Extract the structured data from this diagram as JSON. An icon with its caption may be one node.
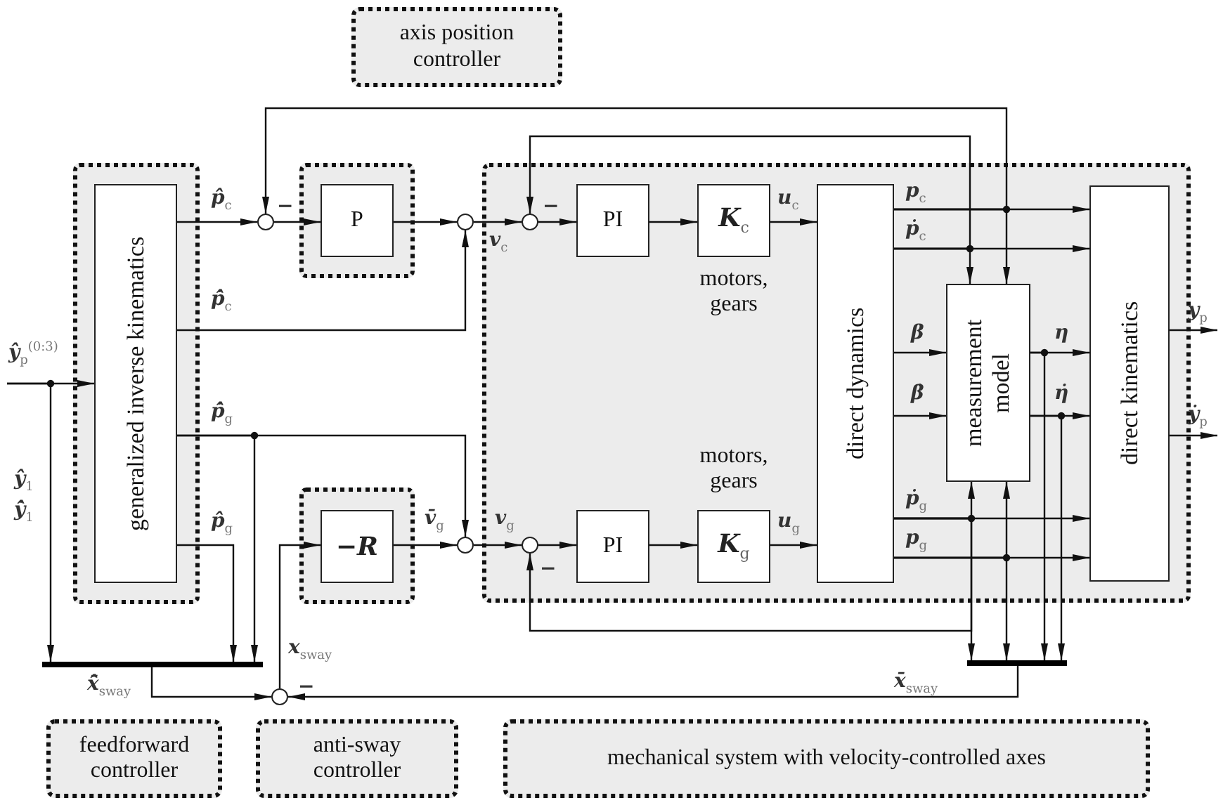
{
  "diagram": {
    "nodes": [
      {
        "text": [
          "axis position controller"
        ]
      },
      {
        "text": [],
        "shape": "box"
      },
      {
        "text": [
          "generalized inverse kinematics"
        ],
        "in": 1
      },
      {
        "text": [],
        "shape": "box"
      },
      {
        "text": [
          "P"
        ],
        "in": 3
      },
      {
        "text": [],
        "shape": "circle"
      },
      {
        "text": [],
        "shape": "circle"
      },
      {
        "text": [],
        "shape": "box"
      },
      {
        "text": [],
        "shape": "circle",
        "in": 7
      },
      {
        "text": [
          "PI"
        ],
        "in": 7
      },
      {
        "text": [
          "K$_{c}$"
        ],
        "in": 7,
        "beside": [
          "motors, gears"
        ]
      },
      {
        "text": [
          "direct dynamics"
        ],
        "in": 7
      },
      {
        "text": [
          "measurement model"
        ],
        "in": 7
      },
      {
        "text": [
          "direct kinematics"
        ],
        "in": 7
      },
      {
        "text": [],
        "shape": "box"
      },
      {
        "text": [
          "−R"
        ],
        "in": 14
      },
      {
        "text": [],
        "shape": "circle"
      },
      {
        "text": [],
        "shape": "circle",
        "in": 7
      },
      {
        "text": [
          "PI"
        ],
        "in": 7
      },
      {
        "text": [
          "K$_{g}$"
        ],
        "in": 7,
        "beside": [
          "motors, gears"
        ]
      },
      {
        "text": [],
        "shape": "bar"
      },
      {
        "text": [],
        "shape": "bar"
      },
      {
        "text": [],
        "shape": "circle"
      },
      {
        "text": [
          "feedforward controller"
        ]
      },
      {
        "text": [
          "anti-sway controller"
        ]
      },
      {
        "text": [
          "mechanical system with velocity-controlled axes"
        ]
      }
    ],
    "edges": [
      {
        "from": null,
        "to": 2,
        "arrow": "to",
        "label": "ŷ$_{p}$$^{(0:3)}$"
      },
      {
        "from": null,
        "to": 20,
        "arrow": "to"
      },
      {
        "from": 2,
        "to": 5,
        "arrow": "to",
        "label": "p̂$_{c}$"
      },
      {
        "from": 5,
        "to": 4,
        "arrow": "to"
      },
      {
        "from": 4,
        "to": 6,
        "arrow": "to"
      },
      {
        "from": 2,
        "to": 6,
        "arrow": "to",
        "label": "ṗ̂$_{c}$"
      },
      {
        "from": 6,
        "to": 8,
        "arrow": "to",
        "label": "v$_{c}$"
      },
      {
        "from": 8,
        "to": 9,
        "arrow": "to"
      },
      {
        "from": 9,
        "to": 10,
        "arrow": "to"
      },
      {
        "from": 10,
        "to": 11,
        "arrow": "to",
        "label": "u$_{c}$"
      },
      {
        "from": 11,
        "to": 13,
        "arrow": "to",
        "label": "p$_{c}$"
      },
      {
        "from": 11,
        "to": 12,
        "arrow": "to"
      },
      {
        "from": 11,
        "to": 5,
        "arrow": "to"
      },
      {
        "from": 11,
        "to": 13,
        "arrow": "to",
        "label": "ṗ$_{c}$"
      },
      {
        "from": 11,
        "to": 12,
        "arrow": "to"
      },
      {
        "from": 11,
        "to": 8,
        "arrow": "to"
      },
      {
        "from": 11,
        "to": 12,
        "arrow": "to",
        "label": "β"
      },
      {
        "from": 11,
        "to": 12,
        "arrow": "to",
        "label": "β̇"
      },
      {
        "from": 12,
        "to": 13,
        "arrow": "to",
        "label": "η"
      },
      {
        "from": 12,
        "to": 21,
        "arrow": "to"
      },
      {
        "from": 12,
        "to": 13,
        "arrow": "to",
        "label": "η̇"
      },
      {
        "from": 12,
        "to": 21,
        "arrow": "to"
      },
      {
        "from": 13,
        "to": null,
        "arrow": "to",
        "label": "y$_{p}$"
      },
      {
        "from": 13,
        "to": null,
        "arrow": "to",
        "label": "ẏ$_{p}$"
      },
      {
        "from": 2,
        "to": 16,
        "arrow": "to",
        "label": "ṗ̂$_{g}$"
      },
      {
        "from": 2,
        "to": 20,
        "arrow": "to"
      },
      {
        "from": 2,
        "to": 20,
        "arrow": "to",
        "label": "p̂$_{g}$"
      },
      {
        "from": 20,
        "to": 22,
        "arrow": "to",
        "label": "x̄̂$_{sway}$"
      },
      {
        "from": 22,
        "to": 15,
        "arrow": "to",
        "label": "x$_{sway}$"
      },
      {
        "from": 15,
        "to": 16,
        "arrow": "to",
        "label": "v̄$_{g}$"
      },
      {
        "from": 16,
        "to": 17,
        "arrow": "to",
        "label": "v$_{g}$"
      },
      {
        "from": 17,
        "to": 18,
        "arrow": "to"
      },
      {
        "from": 18,
        "to": 19,
        "arrow": "to"
      },
      {
        "from": 19,
        "to": 11,
        "arrow": "to",
        "label": "u$_{g}$"
      },
      {
        "from": 11,
        "to": 13,
        "arrow": "to",
        "label": "ṗ$_{g}$"
      },
      {
        "from": 11,
        "to": 12,
        "arrow": "to"
      },
      {
        "from": 11,
        "to": 21,
        "arrow": "to"
      },
      {
        "from": 11,
        "to": 17,
        "arrow": "to"
      },
      {
        "from": 11,
        "to": 13,
        "arrow": "to",
        "label": "p$_{g}$"
      },
      {
        "from": 11,
        "to": 12,
        "arrow": "to"
      },
      {
        "from": 11,
        "to": 21,
        "arrow": "to"
      },
      {
        "from": 21,
        "to": 22,
        "arrow": "to",
        "label": "x̄$_{sway}$"
      }
    ],
    "labels": [
      "−",
      "−",
      "ŷ$_{1}$",
      "ẏ̂$_{1}$",
      "−",
      "−"
    ]
  }
}
